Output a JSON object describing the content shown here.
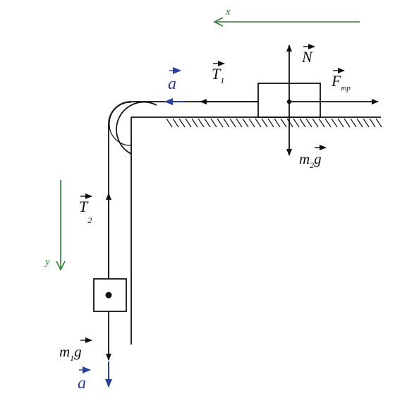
{
  "colors": {
    "black": "#111111",
    "axis_green": "#2e7d32",
    "accel_blue": "#2b3f9e"
  },
  "axes": {
    "x_label": "x",
    "y_label": "y"
  },
  "block_table": {
    "normal_label": "N",
    "tension_label": "T",
    "tension_sub": "1",
    "friction_label": "F",
    "friction_sub": "mp",
    "gravity_label": "m",
    "gravity_sub": "2",
    "gravity_g": "g",
    "accel_label": "a"
  },
  "block_hanging": {
    "tension_label": "T",
    "tension_sub": "2",
    "gravity_label": "m",
    "gravity_sub": "1",
    "gravity_g": "g",
    "accel_label": "a"
  }
}
